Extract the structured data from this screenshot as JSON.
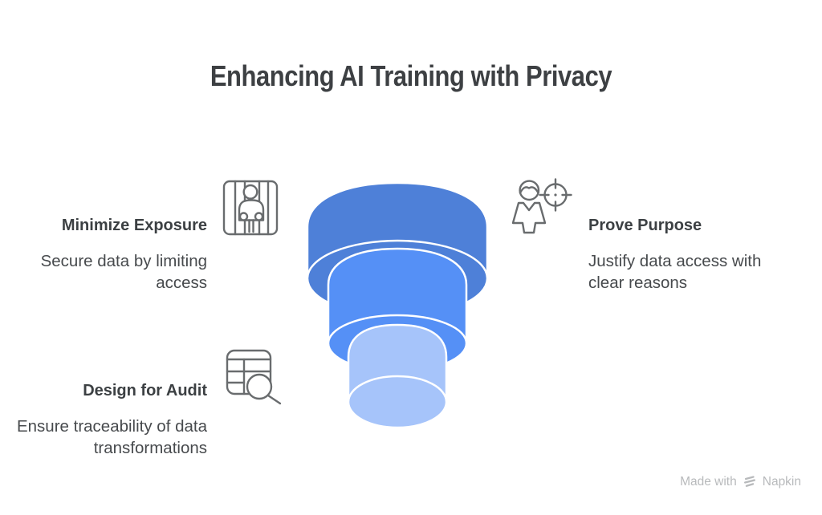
{
  "title": "Enhancing AI Training with Privacy",
  "cards": [
    {
      "id": "minimize-exposure",
      "heading": "Minimize Exposure",
      "description": "Secure data by limiting access",
      "icon": "prisoner-behind-bars-icon"
    },
    {
      "id": "prove-purpose",
      "heading": "Prove Purpose",
      "description": "Justify data access with clear reasons",
      "icon": "person-target-icon"
    },
    {
      "id": "design-for-audit",
      "heading": "Design for Audit",
      "description": "Ensure traceability of data transformations",
      "icon": "table-magnifier-icon"
    }
  ],
  "funnel": {
    "type": "stacked-cylinder-funnel",
    "outline": "#ffffff",
    "layers": [
      {
        "position": "top",
        "color": "#4e80d8"
      },
      {
        "position": "middle",
        "color": "#5590f6"
      },
      {
        "position": "bottom",
        "color": "#a6c4fa"
      }
    ]
  },
  "watermark": {
    "prefix": "Made with",
    "brand": "Napkin",
    "icon": "napkin-logo-icon"
  },
  "colors": {
    "background": "#ffffff",
    "title": "#3d4043",
    "heading": "#3c4043",
    "body": "#474a4d",
    "icon_stroke": "#696c6e",
    "watermark": "#b8babc"
  }
}
